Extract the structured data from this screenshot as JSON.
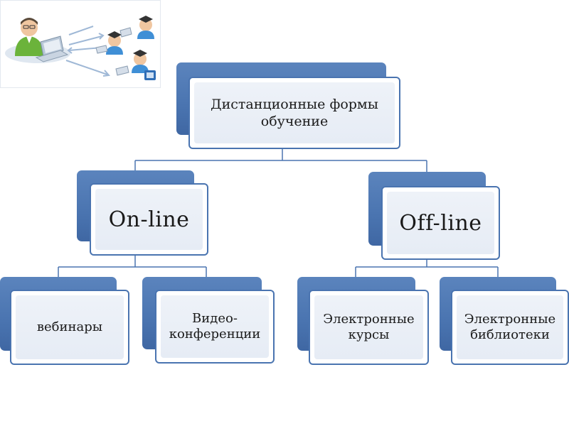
{
  "diagram": {
    "root": {
      "label": "Дистанционные формы обучение"
    },
    "branches": [
      {
        "label": "On-line",
        "children": [
          {
            "label": "вебинары"
          },
          {
            "label": "Видео-конференции"
          }
        ]
      },
      {
        "label": "Off-line",
        "children": [
          {
            "label": "Электронные курсы"
          },
          {
            "label": "Электронные библиотеки"
          }
        ]
      }
    ]
  },
  "colors": {
    "node_blue": "#4a74b0",
    "node_fill": "#e6ecf5",
    "connector": "#4a74b0"
  },
  "clipart": {
    "icons": [
      "teacher-icon",
      "laptop-icon",
      "student-icon",
      "graduation-cap-icon",
      "arrow-icon"
    ]
  }
}
